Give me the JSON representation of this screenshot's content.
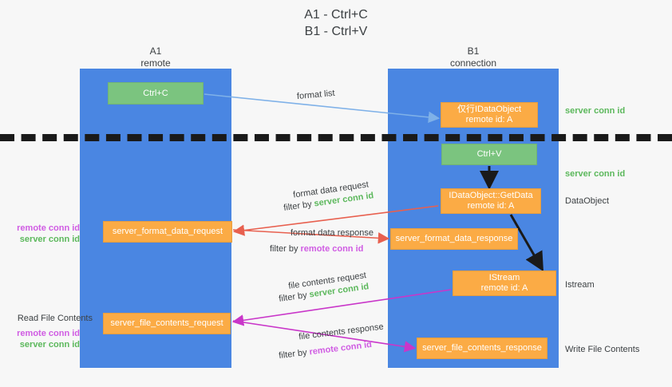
{
  "title": "A1 - Ctrl+C\nB1 - Ctrl+V",
  "lanes": {
    "a": {
      "name": "A1\nremote"
    },
    "b": {
      "name": "B1\nconnection"
    }
  },
  "nodes": {
    "ctrl_c": "Ctrl+C",
    "ctrl_v": "Ctrl+V",
    "idataobject": "仅行IDataObject\nremote id: A",
    "getdata": "IDataObject::GetData\nremote id: A",
    "istream": "IStream\nremote id: A",
    "server_format_data_request": "server_format_data_request",
    "server_format_data_response": "server_format_data_response",
    "server_file_contents_request": "server_file_contents_request",
    "server_file_contents_response": "server_file_contents_response"
  },
  "side_labels": {
    "server_conn_id_1": "server conn id",
    "server_conn_id_2": "server conn id",
    "dataobject": "DataObject",
    "istream": "Istream",
    "write_file_contents": "Write File Contents",
    "read_file_contents": "Read File Contents",
    "remote_conn_id": "remote conn id",
    "server_conn_id": "server conn id"
  },
  "edges": {
    "format_list": "format list",
    "format_data_request": "format data request",
    "format_data_response": "format data response",
    "file_contents_request": "file contents request",
    "file_contents_response": "file contents response",
    "filter_by": "filter by ",
    "server_conn_id": "server conn id",
    "remote_conn_id": "remote conn id"
  },
  "colors": {
    "lane": "#4a86e2",
    "green_node": "#7bc47f",
    "orange_node": "#fbab45",
    "green_text": "#5cb85c",
    "pink_text": "#d05ce3",
    "blue_arrow": "#7fb1e8",
    "red_arrow": "#e8604f",
    "magenta_arrow": "#c936c9",
    "dark_arrow": "#1a1a1a",
    "background": "#f7f7f7"
  }
}
